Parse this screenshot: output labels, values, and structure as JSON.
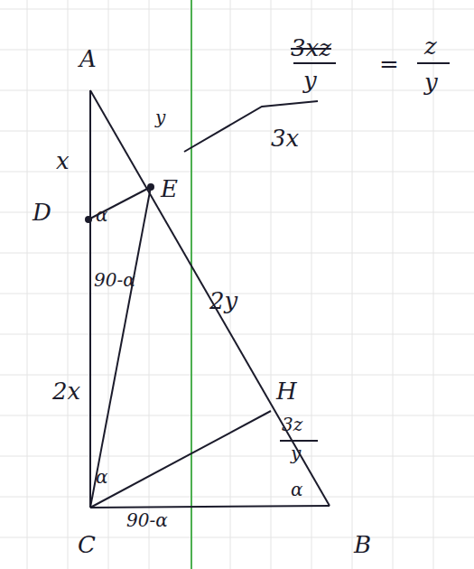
{
  "diagram": {
    "labels": [
      "A",
      "x",
      "D",
      "E",
      "α",
      "90-α",
      "2x",
      "C",
      "B",
      "H",
      "2y",
      "3z",
      "y",
      "α",
      "90-α",
      "α",
      "y",
      "3xz",
      "y",
      "=",
      "z",
      "y",
      "3x"
    ]
  }
}
